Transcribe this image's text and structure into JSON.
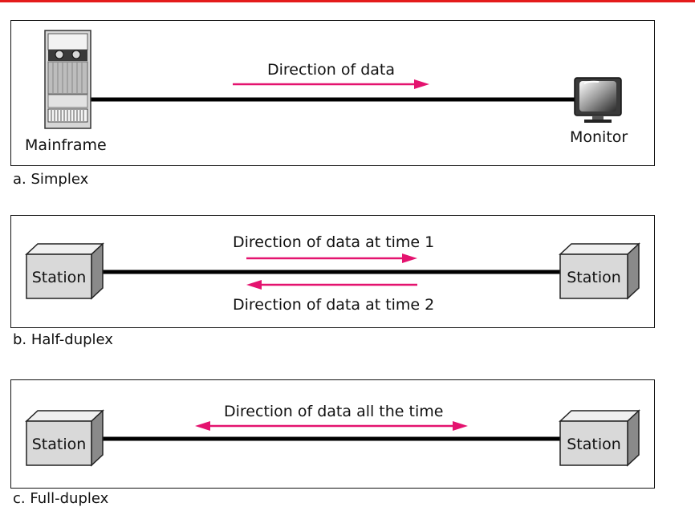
{
  "colors": {
    "arrow": "#e4136f",
    "accent_line": "#e41b1b"
  },
  "simplex": {
    "caption": "a. Simplex",
    "direction_label": "Direction of data",
    "left_device": "Mainframe",
    "right_device": "Monitor"
  },
  "half_duplex": {
    "caption": "b. Half-duplex",
    "label_time1": "Direction of data at time 1",
    "label_time2": "Direction of data at time 2",
    "left_station": "Station",
    "right_station": "Station"
  },
  "full_duplex": {
    "caption": "c. Full-duplex",
    "direction_label": "Direction of data all the time",
    "left_station": "Station",
    "right_station": "Station"
  }
}
